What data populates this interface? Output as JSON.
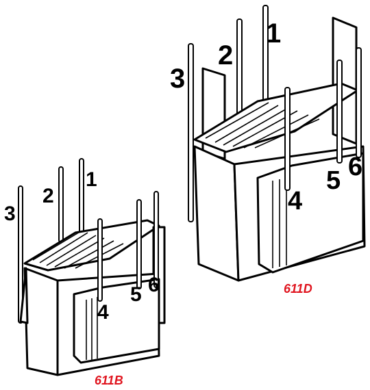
{
  "transformers": [
    {
      "model": "611B",
      "pins": [
        "1",
        "2",
        "3",
        "4",
        "5",
        "6"
      ]
    },
    {
      "model": "611D",
      "pins": [
        "1",
        "2",
        "3",
        "4",
        "5",
        "6"
      ]
    }
  ],
  "colors": {
    "model_label": "#e0141e",
    "line": "#000000",
    "fill": "#ffffff"
  }
}
